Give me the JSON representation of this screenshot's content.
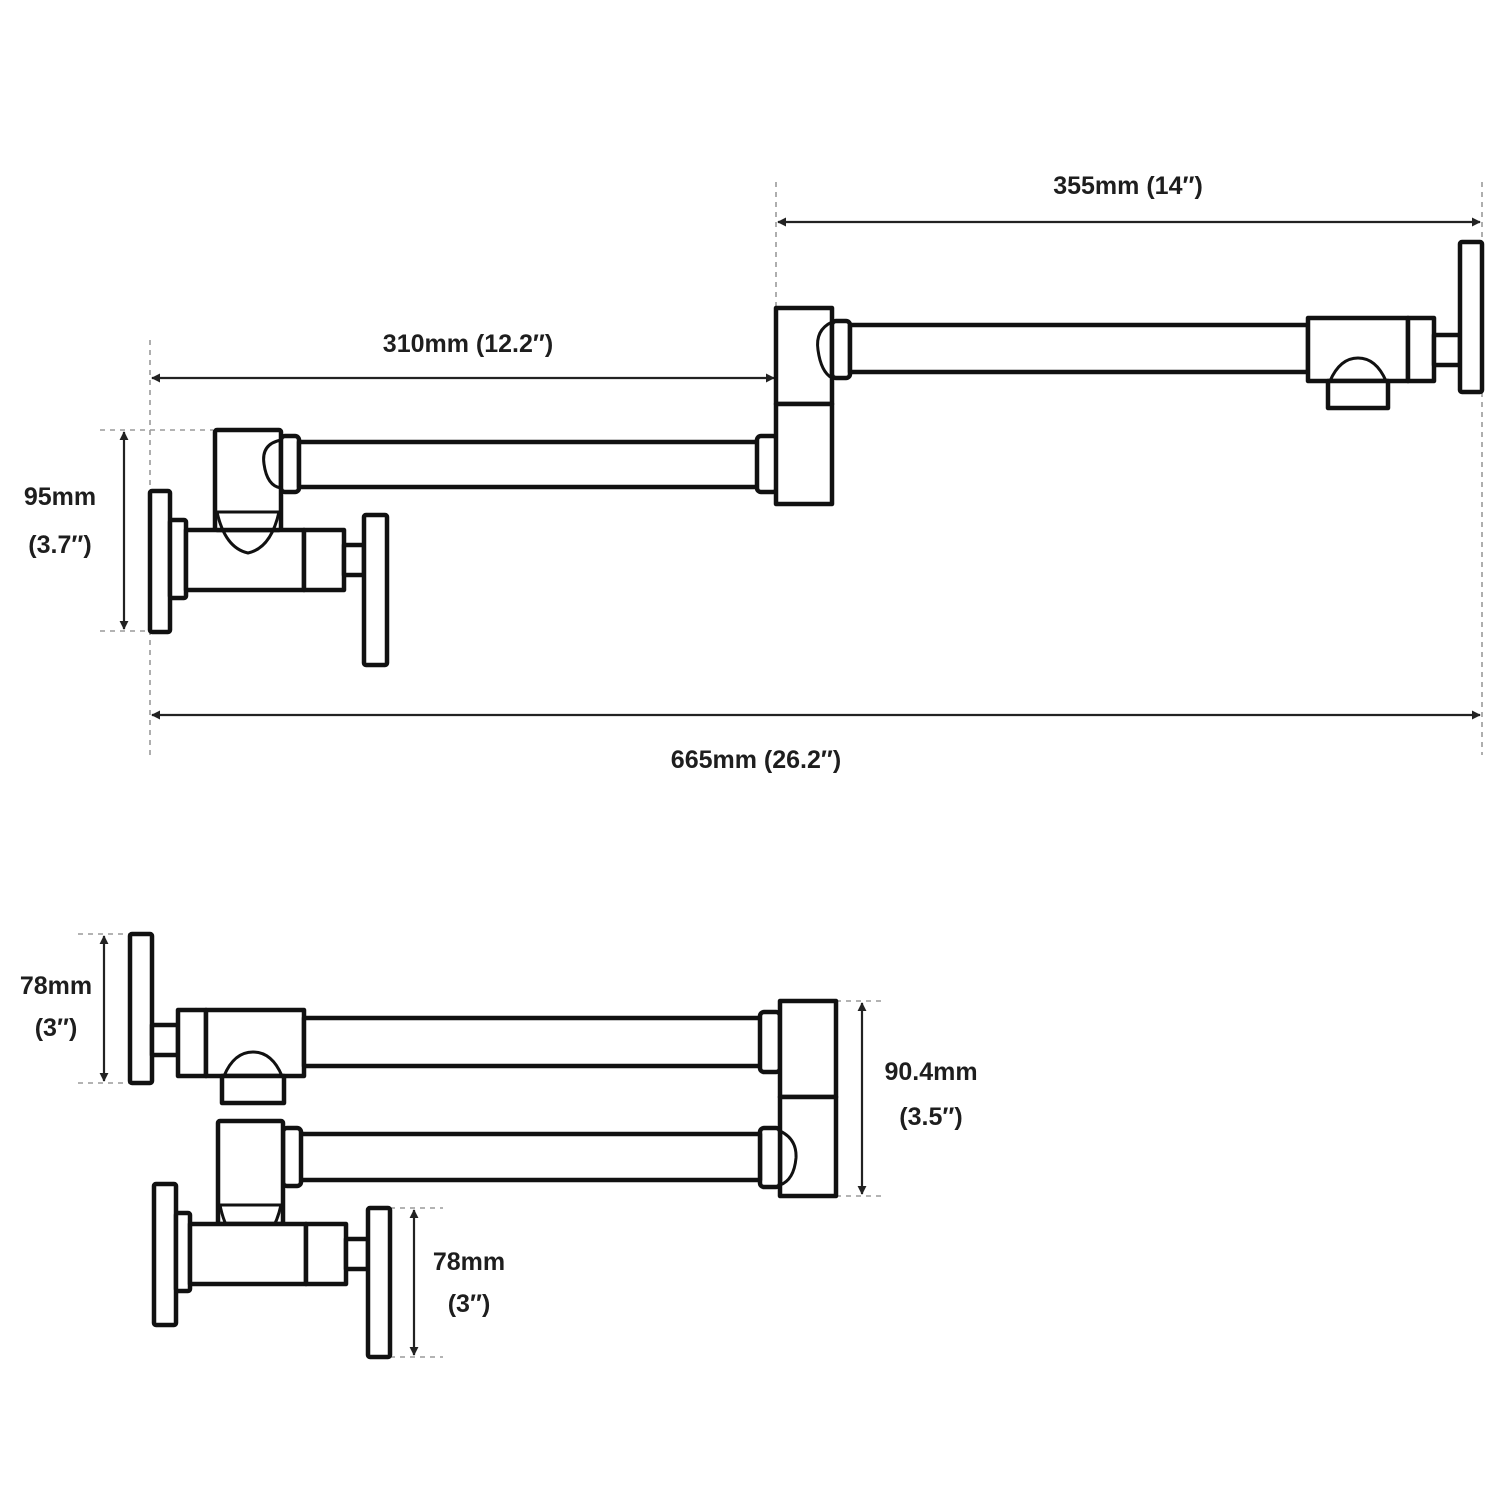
{
  "colors": {
    "outline": "#111111",
    "fill": "#ffffff",
    "dimension": "#222222",
    "extension": "#9a9a9a",
    "text": "#1e1e1e"
  },
  "extended_view": {
    "dim_total": "665mm (26.2″)",
    "dim_arm_outer": "355mm (14″)",
    "dim_arm_inner": "310mm (12.2″)",
    "dim_height_mm": "95mm",
    "dim_height_in": "(3.7″)"
  },
  "folded_view": {
    "dim_top_mm": "78mm",
    "dim_top_in": "(3″)",
    "dim_joint_mm": "90.4mm",
    "dim_joint_in": "(3.5″)",
    "dim_bottom_mm": "78mm",
    "dim_bottom_in": "(3″)"
  }
}
